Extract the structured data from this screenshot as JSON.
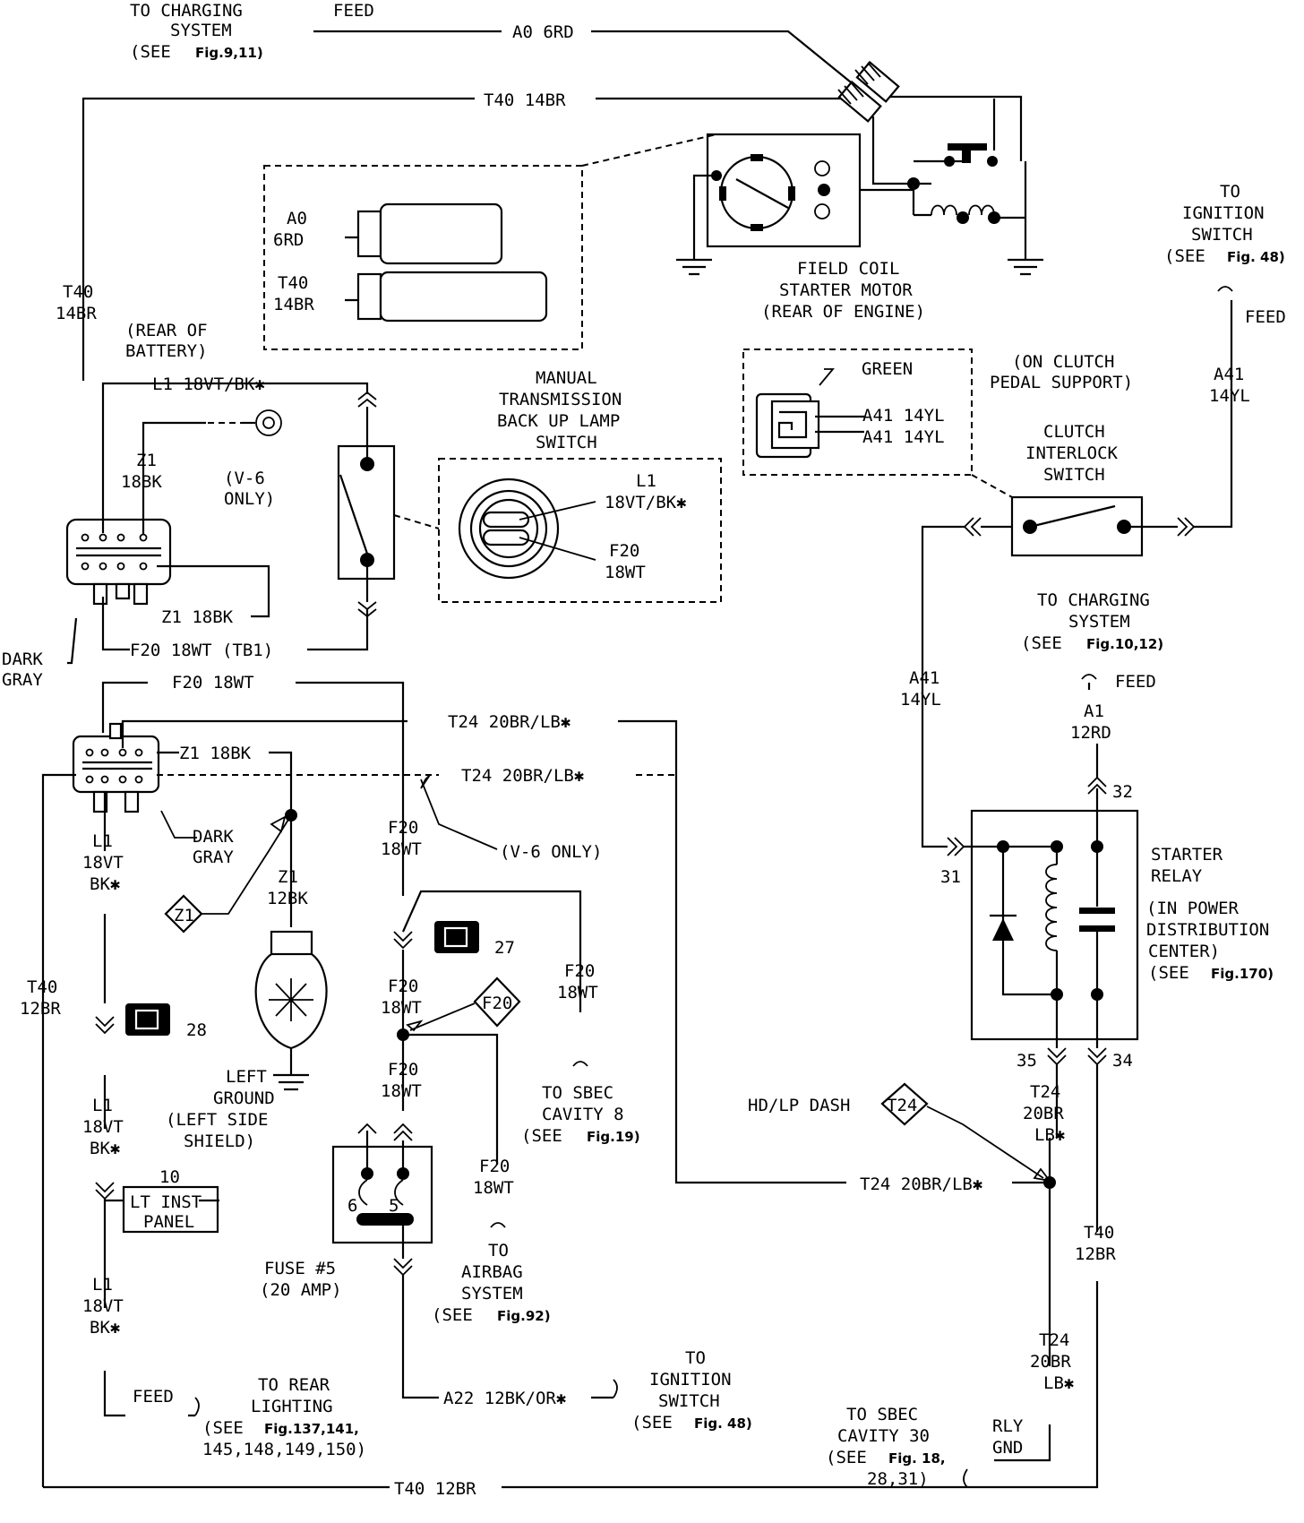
{
  "labels": {
    "to_charging_top_1": "TO CHARGING",
    "to_charging_top_2": "SYSTEM",
    "to_charging_top_3": "(SEE",
    "to_charging_top_fig": "Fig.9,11)",
    "feed_top": "FEED",
    "a0_6rd_wire": "A0 6RD",
    "t40_14br_top": "T40 14BR",
    "inset_a0_1": "A0",
    "inset_a0_2": "6RD",
    "inset_t40_1": "T40",
    "inset_t40_2": "14BR",
    "field_coil_1": "FIELD COIL",
    "field_coil_2": "STARTER MOTOR",
    "field_coil_3": "(REAR OF ENGINE)",
    "to_ign_1": "TO",
    "to_ign_2": "IGNITION",
    "to_ign_3": "SWITCH",
    "to_ign_4": "(SEE",
    "to_ign_fig": "Fig. 48)",
    "feed_ign": "FEED",
    "a41_14yl_a": "A41",
    "a41_14yl_b": "14YL",
    "t40_left_1": "T40",
    "t40_left_2": "14BR",
    "rear_batt_1": "(REAR OF",
    "rear_batt_2": "BATTERY)",
    "l1_18vtbk_top": "L1 18VT/BK✱",
    "z1_18bk_1": "Z1",
    "z1_18bk_2": "18BK",
    "v6_only_1": "(V-6",
    "v6_only_2": "ONLY)",
    "z1_18bk_conn": "Z1 18BK",
    "f20_18wt_tb1": "F20 18WT (TB1)",
    "dark_gray_1": "DARK",
    "dark_gray_2": "GRAY",
    "mt_1": "MANUAL",
    "mt_2": "TRANSMISSION",
    "mt_3": "BACK UP LAMP",
    "mt_4": "SWITCH",
    "mt_l1_1": "L1",
    "mt_l1_2": "18VT/BK✱",
    "mt_f20_1": "F20",
    "mt_f20_2": "18WT",
    "green": "GREEN",
    "cl_a41_1": "A41 14YL",
    "cl_a41_2": "A41 14YL",
    "on_clutch_1": "(ON CLUTCH",
    "on_clutch_2": "PEDAL SUPPORT)",
    "ci_1": "CLUTCH",
    "ci_2": "INTERLOCK",
    "ci_3": "SWITCH",
    "to_chg2_1": "TO CHARGING",
    "to_chg2_2": "SYSTEM",
    "to_chg2_3": "(SEE",
    "to_chg2_fig": "Fig.10,12)",
    "feed_chg2": "FEED",
    "a1_1": "A1",
    "a1_2": "12RD",
    "a41_mid_1": "A41",
    "a41_mid_2": "14YL",
    "f20_18wt_b": "F20 18WT",
    "t24_top": "T24 20BR/LB✱",
    "z1_18bk_b": "Z1 18BK",
    "t24_dashed": "T24 20BR/LB✱",
    "dark_gray_b1": "DARK",
    "dark_gray_b2": "GRAY",
    "v6_only_b": "(V-6 ONLY)",
    "pin_32": "32",
    "pin_31": "31",
    "pin_35": "35",
    "pin_34": "34",
    "sr_1": "STARTER",
    "sr_2": "RELAY",
    "sr_3": "(IN POWER",
    "sr_4": "DISTRIBUTION",
    "sr_5": "CENTER)",
    "sr_6": "(SEE",
    "sr_fig": "Fig.170)",
    "l1_a_1": "L1",
    "l1_a_2": "18VT",
    "l1_a_3": "BK✱",
    "z1_12bk_1": "Z1",
    "z1_12bk_2": "12BK",
    "z1_diamond": "Z1",
    "f20_a_1": "F20",
    "f20_a_2": "18WT",
    "conn_27": "27",
    "conn_28": "28",
    "f20_b_1": "F20",
    "f20_b_2": "18WT",
    "f20_diamond": "F20",
    "f20_c_1": "F20",
    "f20_c_2": "18WT",
    "f20_d_1": "F20",
    "f20_d_2": "18WT",
    "to_sbec8_1": "TO SBEC",
    "to_sbec8_2": "CAVITY 8",
    "to_sbec8_3": "(SEE",
    "to_sbec8_fig": "Fig.19)",
    "left_gnd_1": "LEFT",
    "left_gnd_2": "GROUND",
    "left_gnd_3": "(LEFT SIDE",
    "left_gnd_4": "SHIELD)",
    "t40_12br_1": "T40",
    "t40_12br_2": "12BR",
    "hd_lp": "HD/LP DASH",
    "t24_diamond": "T24",
    "t24_a_1": "T24",
    "t24_a_2": "20BR",
    "t24_a_3": "LB✱",
    "t24_splice": "T24 20BR/LB✱",
    "l1_b_1": "L1",
    "l1_b_2": "18VT",
    "l1_b_3": "BK✱",
    "conn_10": "10",
    "lt_inst_1": "LT INST",
    "lt_inst_2": "PANEL",
    "fuse_6": "6",
    "fuse_5": "5",
    "fuse_1": "FUSE #5",
    "fuse_2": "(20 AMP)",
    "f20_e_1": "F20",
    "f20_e_2": "18WT",
    "to_airbag_1": "TO",
    "to_airbag_2": "AIRBAG",
    "to_airbag_3": "SYSTEM",
    "to_airbag_4": "(SEE",
    "to_airbag_fig": "Fig.92)",
    "t40_r_1": "T40",
    "t40_r_2": "12BR",
    "l1_c_1": "L1",
    "l1_c_2": "18VT",
    "l1_c_3": "BK✱",
    "t24_b_1": "T24",
    "t24_b_2": "20BR",
    "t24_b_3": "LB✱",
    "feed_rear": "FEED",
    "to_rear_1": "TO REAR",
    "to_rear_2": "LIGHTING",
    "to_rear_3": "(SEE",
    "to_rear_fig": "Fig.137,141,",
    "to_rear_4": "145,148,149,150)",
    "a22": "A22 12BK/OR✱",
    "to_ign2_1": "TO",
    "to_ign2_2": "IGNITION",
    "to_ign2_3": "SWITCH",
    "to_ign2_4": "(SEE",
    "to_ign2_fig": "Fig. 48)",
    "to_sbec30_1": "TO SBEC",
    "to_sbec30_2": "CAVITY 30",
    "to_sbec30_3": "(SEE",
    "to_sbec30_fig": "Fig. 18,",
    "to_sbec30_4": "28,31)",
    "rly_gnd_1": "RLY",
    "rly_gnd_2": "GND",
    "t40_bottom": "T40 12BR"
  }
}
